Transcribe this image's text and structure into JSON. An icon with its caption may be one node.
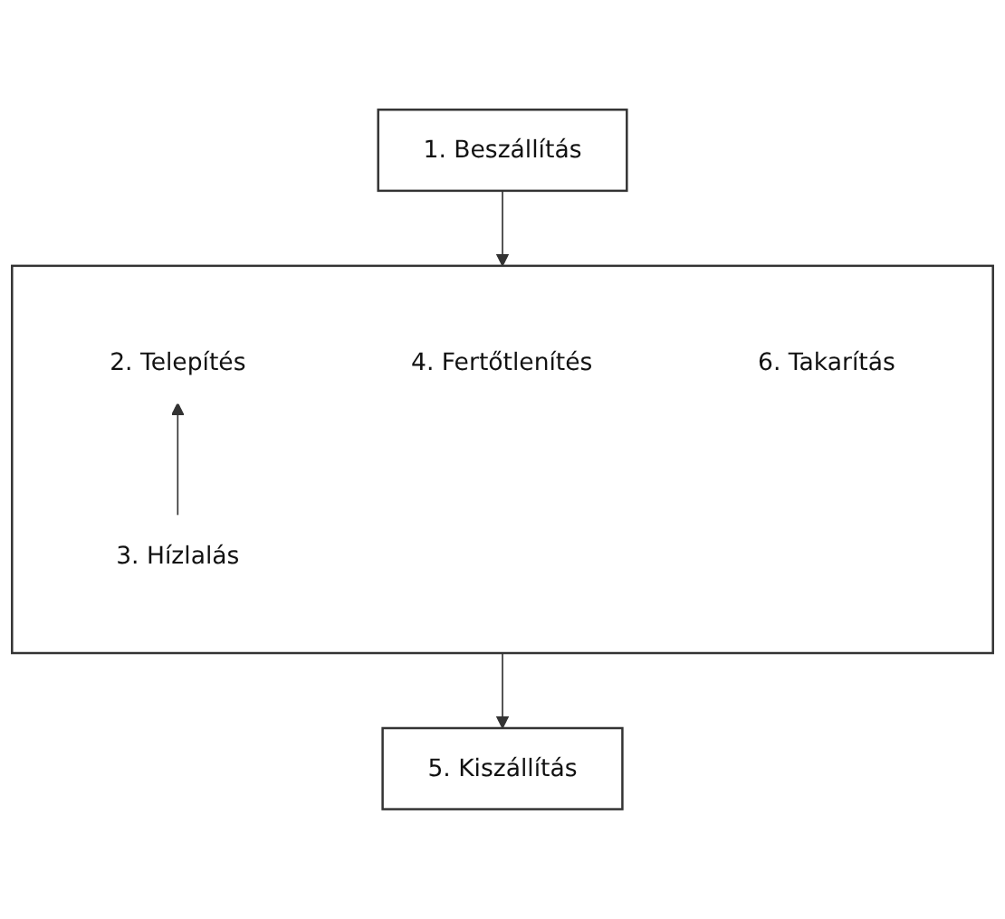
{
  "diagram": {
    "nodes": [
      {
        "text": [
          "1. Beszállítás"
        ]
      },
      {
        "text": [],
        "shape": "box"
      },
      {
        "text": [
          "2. Telepítés"
        ],
        "in": 1
      },
      {
        "text": [
          "3. Hízlalás"
        ],
        "in": 1
      },
      {
        "text": [
          "4. Fertőtlenítés"
        ],
        "in": 1
      },
      {
        "text": [
          "6. Takarítás"
        ],
        "in": 1
      },
      {
        "text": [
          "5. Kiszállítás"
        ]
      }
    ],
    "edges": [
      {
        "from": 0,
        "to": 1,
        "arrow": "to"
      },
      {
        "from": 3,
        "to": 2,
        "arrow": "to"
      },
      {
        "from": 1,
        "to": 6,
        "arrow": "to"
      }
    ]
  }
}
